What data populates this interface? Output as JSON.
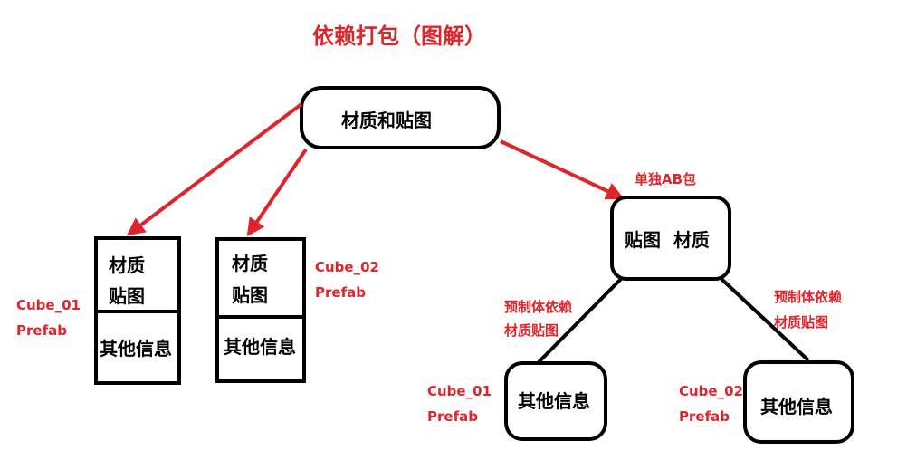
{
  "title": "依赖打包（图解）",
  "center_node": "材质和贴图",
  "left_box_1": {
    "top_line_1": "材质",
    "top_line_2": "贴图",
    "bottom": "其他信息",
    "label_line_1": "Cube_01",
    "label_line_2": "Prefab"
  },
  "left_box_2": {
    "top_line_1": "材质",
    "top_line_2": "贴图",
    "bottom": "其他信息",
    "label_line_1": "Cube_02",
    "label_line_2": "Prefab"
  },
  "right_bundle": {
    "arrow_label": "单独AB包",
    "node": "贴图  材质"
  },
  "right_child_1": {
    "edge_label_line_1": "预制体依赖",
    "edge_label_line_2": "材质贴图",
    "node": "其他信息",
    "label_line_1": "Cube_01",
    "label_line_2": "Prefab"
  },
  "right_child_2": {
    "edge_label_line_1": "预制体依赖",
    "edge_label_line_2": "材质贴图",
    "node": "其他信息",
    "label_line_1": "Cube_02",
    "label_line_2": "Prefab"
  },
  "colors": {
    "accent": "#e0242b",
    "stroke": "#000000",
    "background": "#ffffff"
  }
}
